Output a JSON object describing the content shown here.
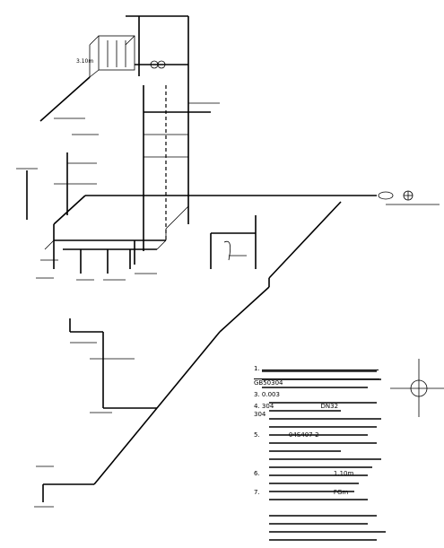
{
  "notes": {
    "items": [
      {
        "num": "1.",
        "lines": [
          "",
          "",
          "GB50304"
        ]
      },
      {
        "num": "3.",
        "lines": [
          "0.003"
        ]
      },
      {
        "num": "4.",
        "lines": [
          "304",
          "304",
          "DN32",
          ""
        ]
      },
      {
        "num": "5.",
        "lines": [
          "04S407-2",
          ""
        ]
      },
      {
        "num": "6.",
        "lines": [
          "",
          "1.10m"
        ]
      },
      {
        "num": "7.",
        "lines": [
          "",
          "FGm"
        ]
      }
    ]
  },
  "labels": {
    "elev_top": "3.10m",
    "dn32": "DN32",
    "code": "04S407-2",
    "gb": "GB50304",
    "ratio": "0.003"
  },
  "colors": {
    "line": "#000000",
    "background": "#ffffff"
  }
}
